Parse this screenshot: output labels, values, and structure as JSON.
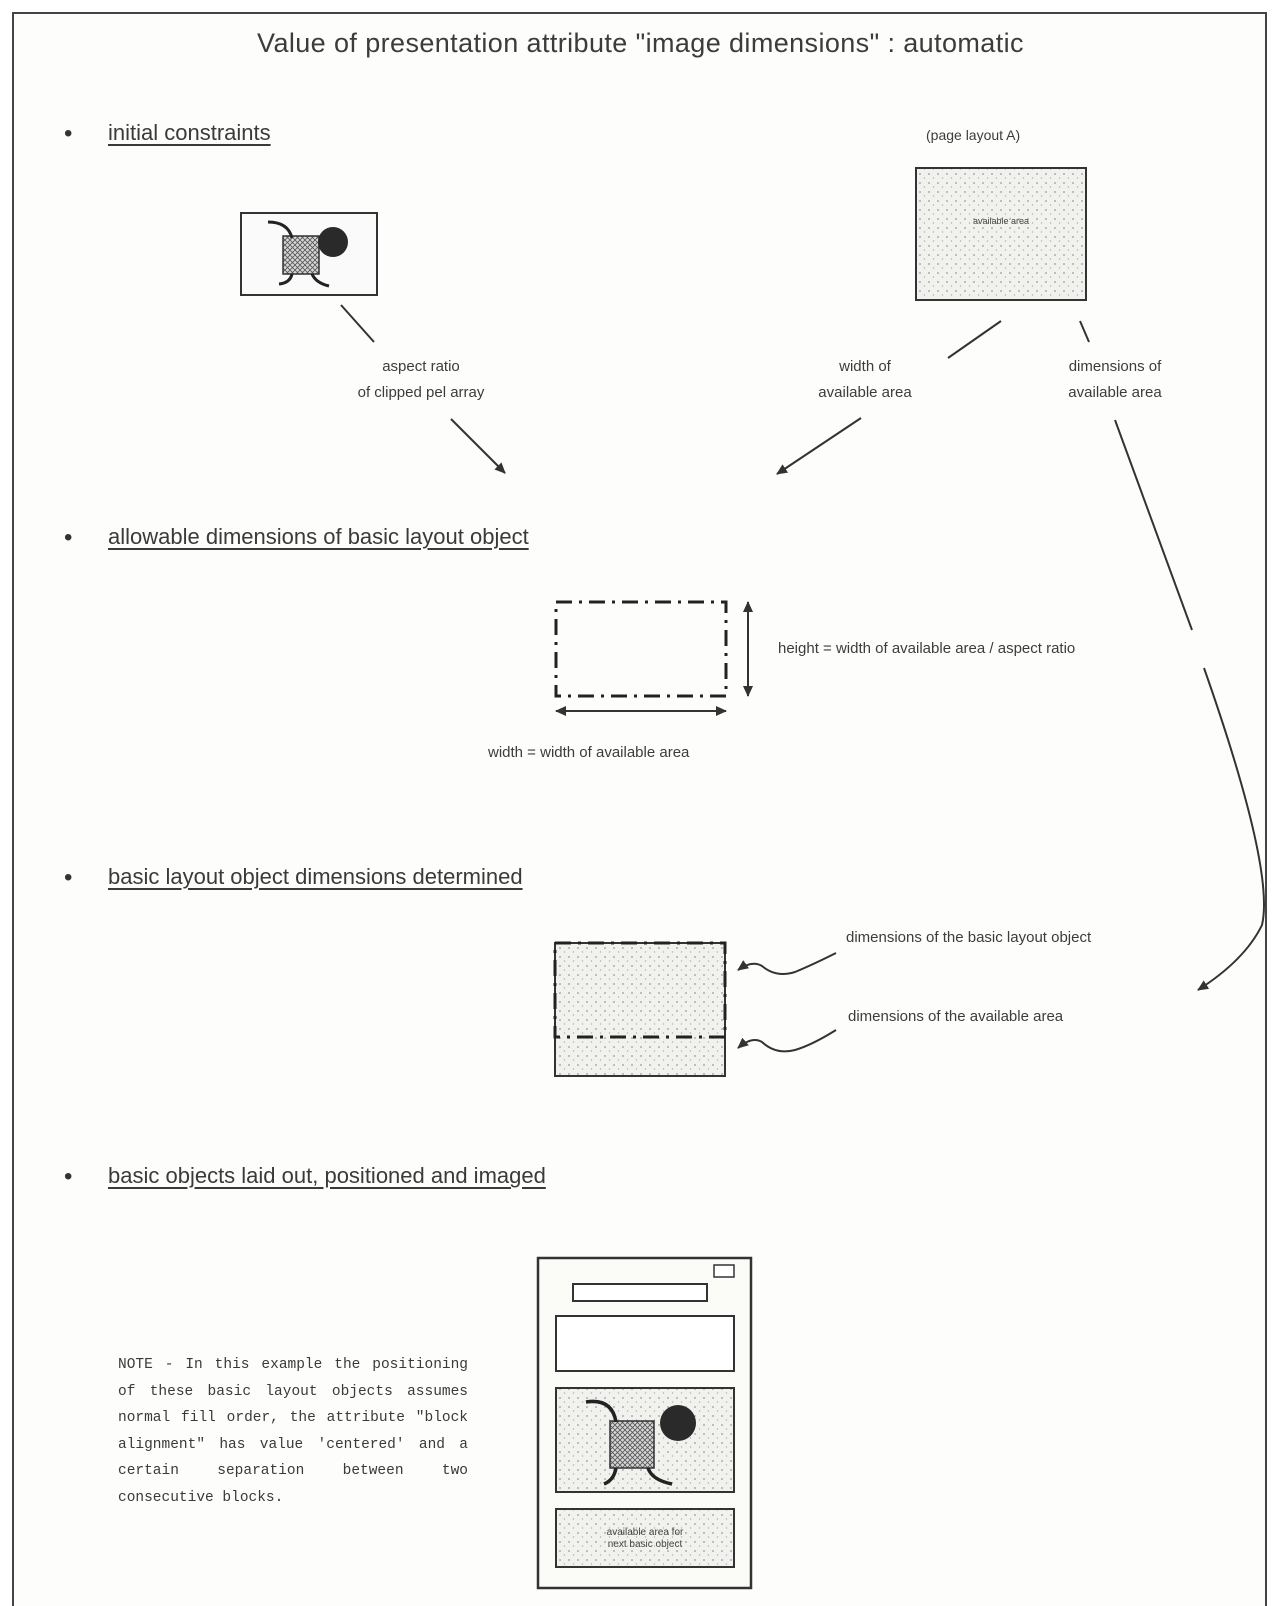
{
  "title": "Value of presentation attribute \"image dimensions\" : automatic",
  "sections": [
    {
      "heading": "initial constraints"
    },
    {
      "heading": "allowable dimensions of basic layout object"
    },
    {
      "heading": "basic layout object dimensions determined"
    },
    {
      "heading": "basic objects laid out, positioned and imaged"
    }
  ],
  "bullet_glyph": "•",
  "labels": {
    "page_layout": "(page layout A)",
    "available_area_box": "available area",
    "aspect_ratio": "aspect ratio\nof clipped pel array",
    "width_of_available_area": "width of\navailable area",
    "dimensions_of_available_area": "dimensions of\navailable area",
    "height_formula": "height = width of available area / aspect ratio",
    "width_formula": "width = width of available area",
    "dims_basic_layout_object": "dimensions of the basic layout object",
    "dims_available_area": "dimensions of the available area",
    "available_area_for_next_block": "available area for\nnext basic object"
  },
  "note": "NOTE - In this example the positioning of these basic layout objects assumes normal fill order, the attribute \"block alignment\" has value 'centered' and a certain separation between two consecutive blocks."
}
